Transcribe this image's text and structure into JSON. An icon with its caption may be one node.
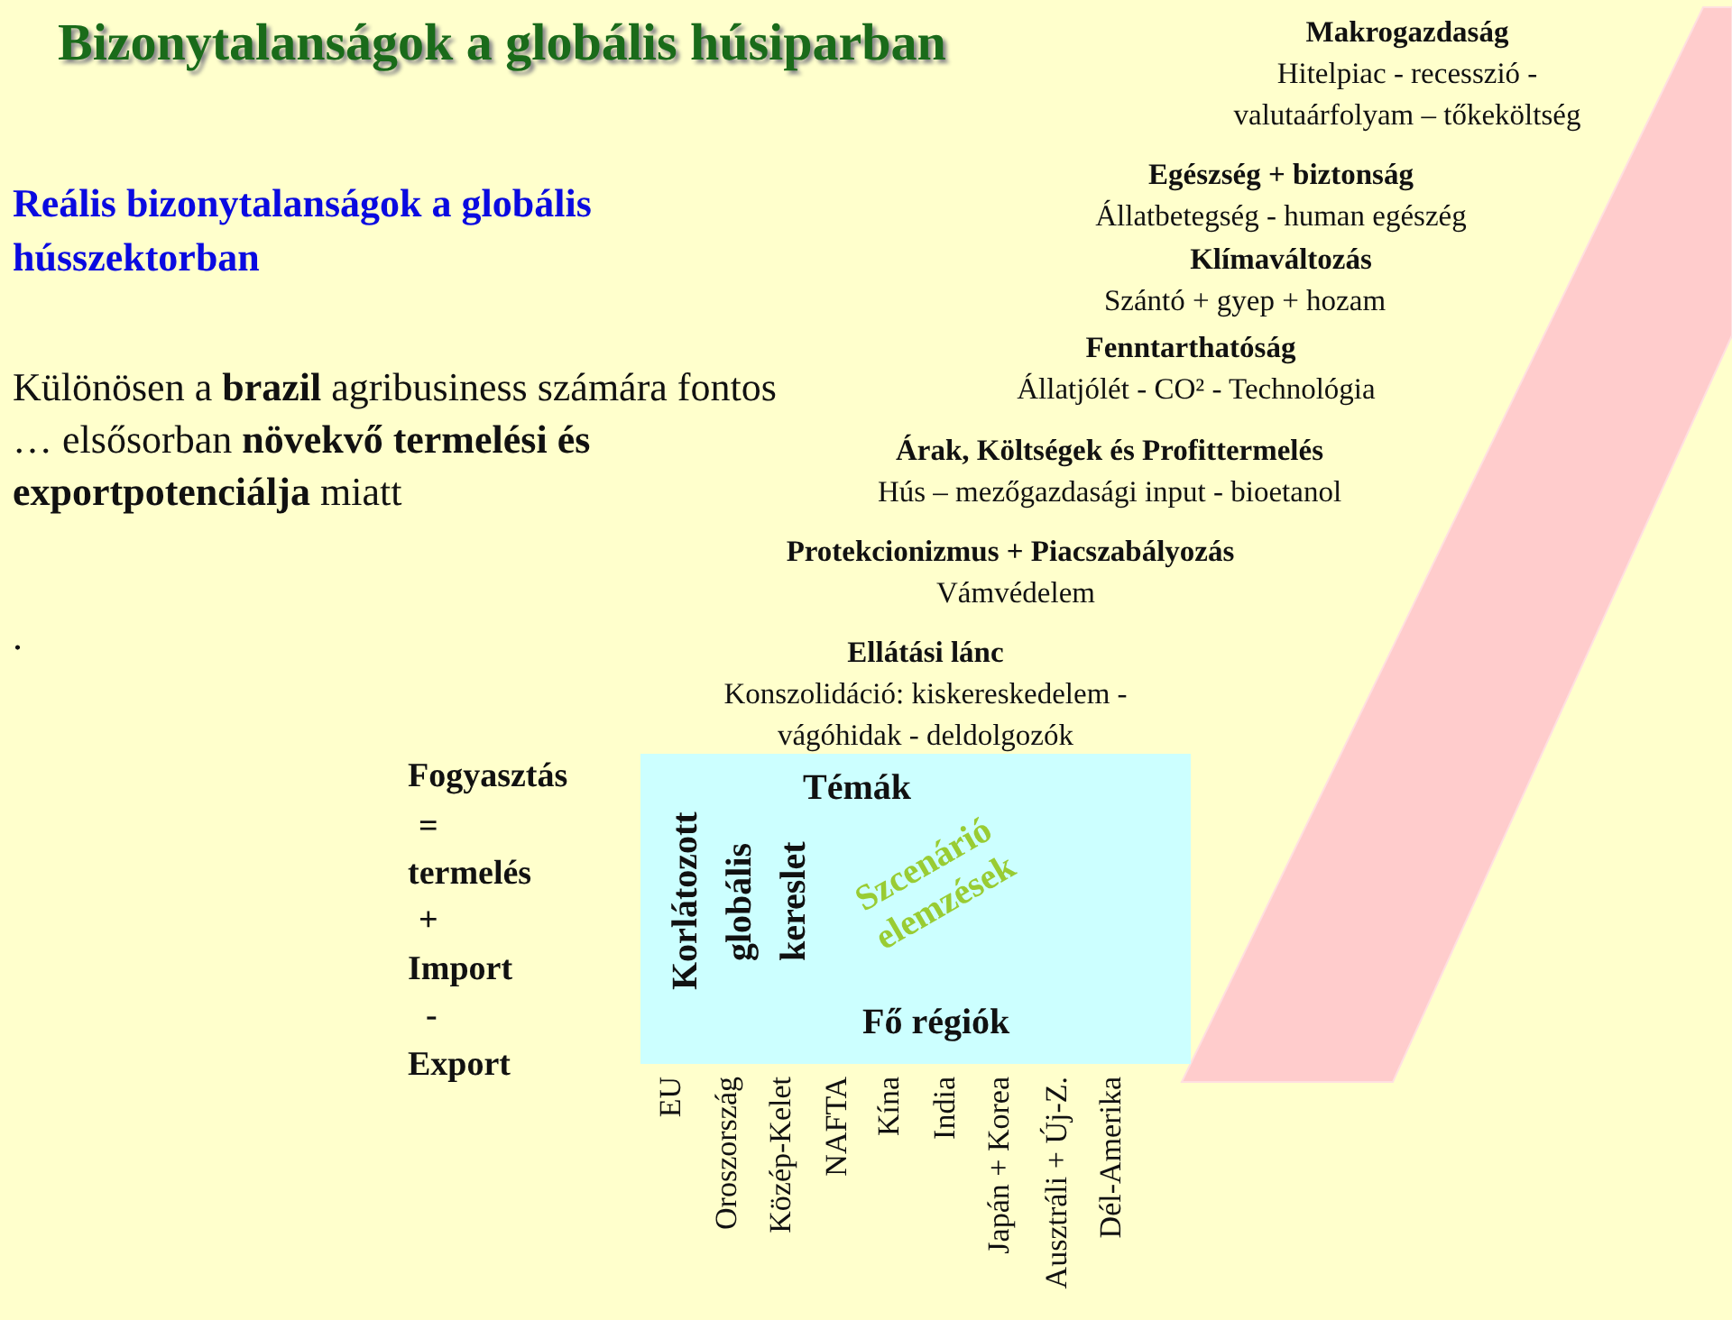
{
  "diagram": {
    "title": "Bizonytalanságok a globális húsiparban",
    "nodes": [
      {
        "text": [
          "Témák",
          "Korlátozott globális kereslet",
          "Szcenárió elemzések",
          "Fő régiók"
        ]
      }
    ],
    "edges": [],
    "labels": [
      "Reális bizonytalanságok a globális hússzektorban",
      "Különösen a **brazil** agribusiness számára fontos … elsősorban **növekvő termelési és exportpotenciálja** miatt",
      ".",
      "Makrogazdaság",
      "Hitelpiac - recesszió - valutaárfolyam – tőkeköltség",
      "Egészség + biztonság",
      "Állatbetegség - human egészég",
      "Klímaváltozás",
      "Szántó + gyep + hozam",
      "Fenntarthatóság",
      "Állatjólét - CO² - Technológia",
      "Árak, Költségek és Profittermelés",
      "Hús – mezőgazdasági input - bioetanol",
      "Protekcionizmus + Piacszabályozás",
      "Vámvédelem",
      "Ellátási lánc",
      "Konszolidáció: kiskereskedelem - vágóhidak - deldolgozók",
      "Fogyasztás",
      "=",
      "termelés",
      "+",
      "Import",
      "-",
      "Export",
      "EU",
      "Oroszország",
      "Közép-Kelet",
      "NAFTA",
      "Kína",
      "India",
      "Japán + Korea",
      "Ausztráli + Új-Z.",
      "Dél-Amerika"
    ]
  }
}
